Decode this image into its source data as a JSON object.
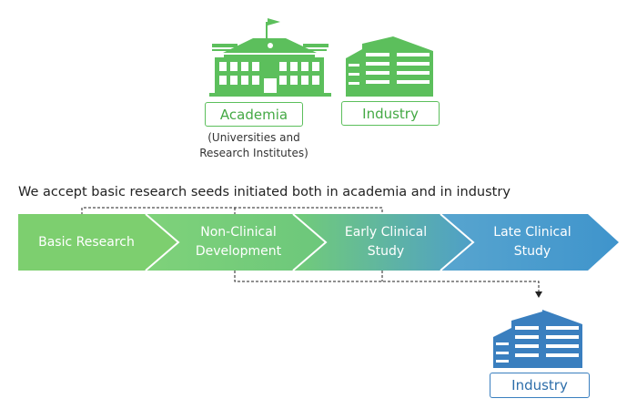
{
  "top": {
    "academia": {
      "label": "Academia",
      "sub1": "(Universities and",
      "sub2": "Research Institutes)"
    },
    "industry": {
      "label": "Industry"
    }
  },
  "statement": "We accept basic research seeds initiated both in academia and in industry",
  "stages": [
    {
      "line1": "Basic Research",
      "line2": ""
    },
    {
      "line1": "Non-Clinical",
      "line2": "Development"
    },
    {
      "line1": "Early Clinical",
      "line2": "Study"
    },
    {
      "line1": "Late Clinical",
      "line2": "Study"
    }
  ],
  "bottom": {
    "industry": {
      "label": "Industry"
    }
  },
  "colors": {
    "green": "#5cbf5c",
    "blue": "#3a7fbf",
    "stage1": "#7dcf6f",
    "stage4": "#4f9ed0"
  },
  "icons": {
    "academia": "university-building-icon",
    "industry_top": "factory-building-icon",
    "industry_bottom": "factory-building-icon"
  }
}
